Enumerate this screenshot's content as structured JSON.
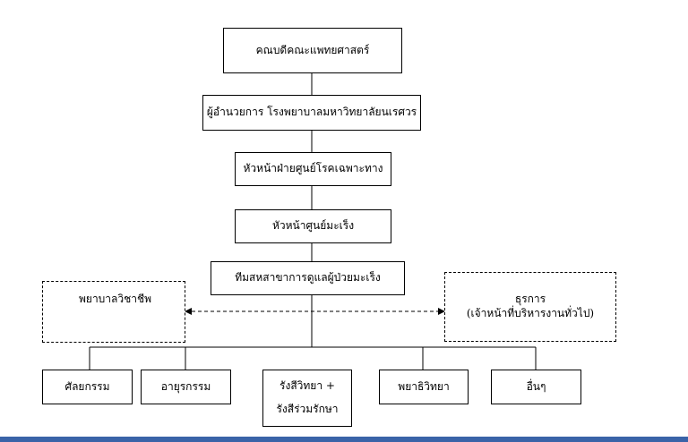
{
  "chart": {
    "dean": "คณบดีคณะแพทยศาสตร์",
    "hospital_director": "ผู้อำนวยการ โรงพยาบาลมหาวิทยาลัยนเรศวร",
    "dept_head": "หัวหน้าฝ่ายศูนย์โรคเฉพาะทาง",
    "center_head": "หัวหน้าศูนย์มะเร็ง",
    "team": "ทีมสหสาขาการดูแลผู้ป่วยมะเร็ง",
    "nursing": "พยาบาลวิชาชีพ",
    "admin_line1": "ธุรการ",
    "admin_line2": "(เจ้าหน้าที่บริหารงานทั่วไป)",
    "surgery": "ศัลยกรรม",
    "medicine": "อายุรกรรม",
    "radiology_line1": "รังสีวิทยา +",
    "radiology_line2": "รังสีร่วมรักษา",
    "pathology": "พยาธิวิทยา",
    "others": "อื่นๆ"
  }
}
